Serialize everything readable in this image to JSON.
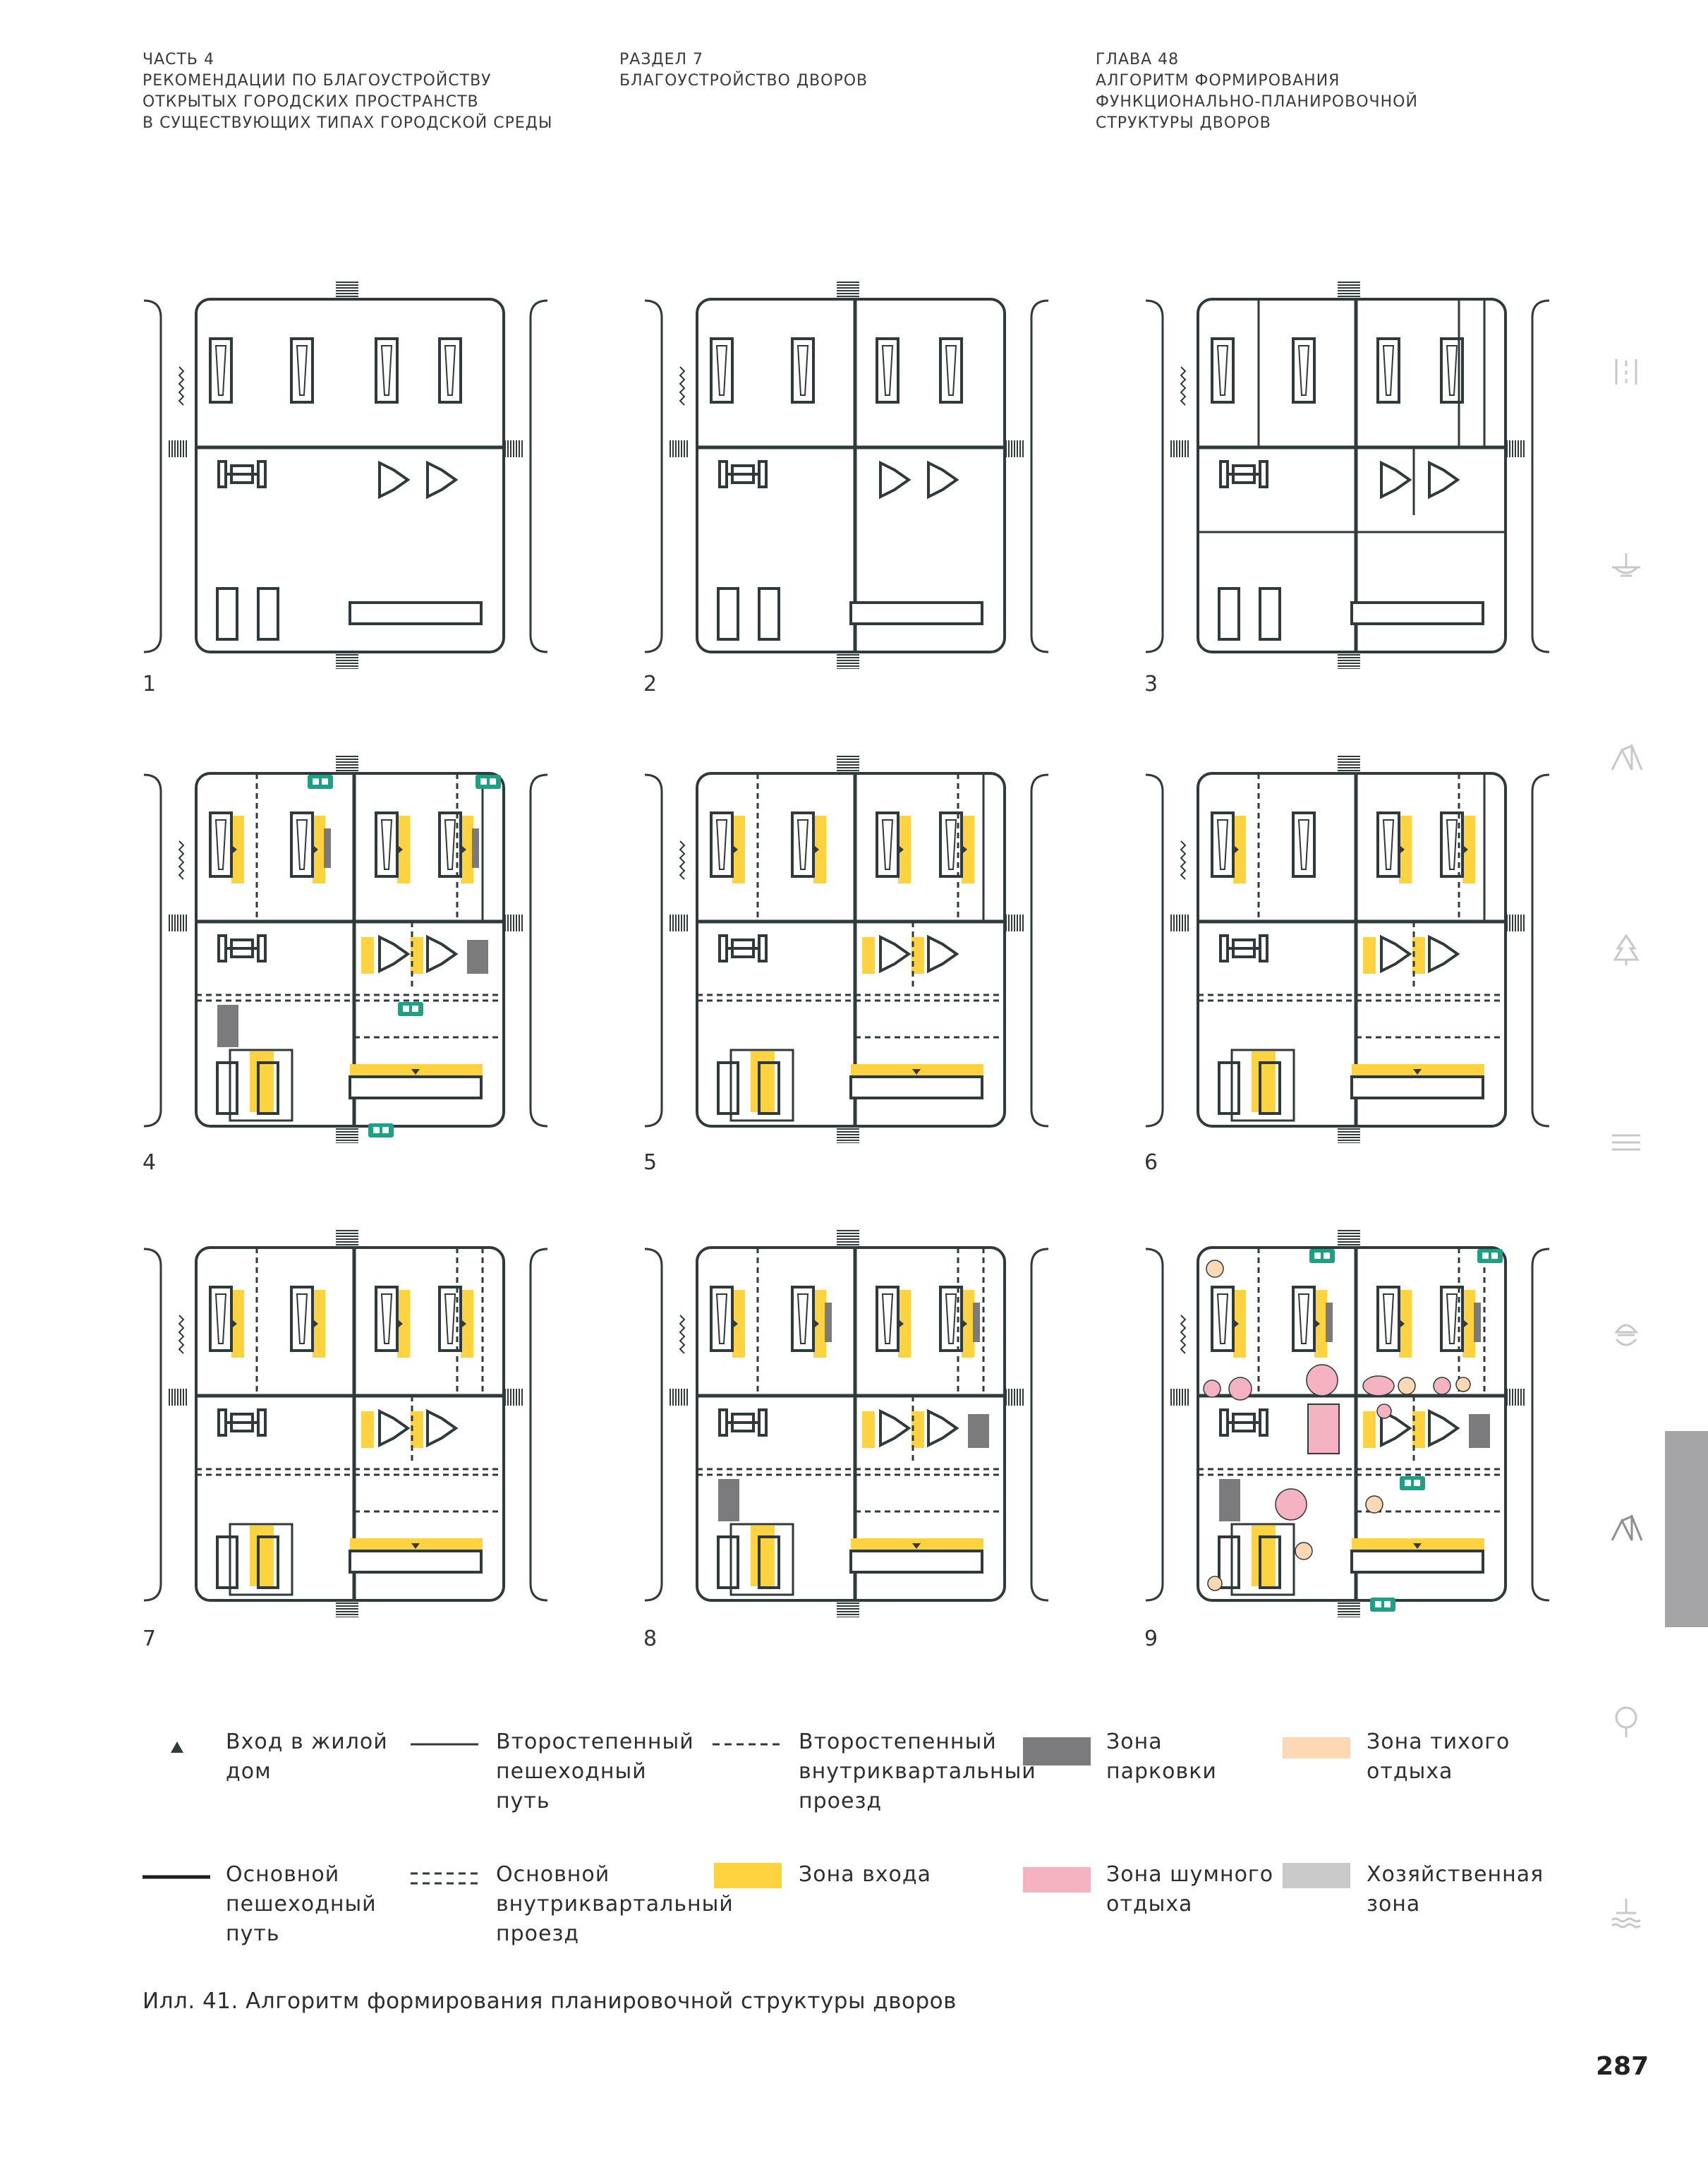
{
  "header": {
    "col1": [
      "ЧАСТЬ 4",
      "РЕКОМЕНДАЦИИ ПО БЛАГОУСТРОЙСТВУ",
      "ОТКРЫТЫХ ГОРОДСКИХ ПРОСТРАНСТВ",
      "В СУЩЕСТВУЮЩИХ ТИПАХ ГОРОДСКОЙ СРЕДЫ"
    ],
    "col2": [
      "РАЗДЕЛ 7",
      "БЛАГОУСТРОЙСТВО ДВОРОВ"
    ],
    "col3": [
      "ГЛАВА 48",
      "АЛГОРИТМ ФОРМИРОВАНИЯ",
      "ФУНКЦИОНАЛЬНО-ПЛАНИРОВОЧНОЙ",
      "СТРУКТУРЫ ДВОРОВ"
    ]
  },
  "panels": [
    "1",
    "2",
    "3",
    "4",
    "5",
    "6",
    "7",
    "8",
    "9"
  ],
  "legend": {
    "entry": "Вход в жилой дом",
    "secondary_path": "Второстепенный пешеходный путь",
    "secondary_drive": "Второстепенный внутриквартальный проезд",
    "parking": "Зона парковки",
    "quiet": "Зона тихого отдыха",
    "main_path": "Основной пешеходный путь",
    "main_drive": "Основной внутриквартальный проезд",
    "entry_zone": "Зона входа",
    "noisy": "Зона шумного отдыха",
    "utility": "Хозяйственная зона"
  },
  "caption": "Илл. 41. Алгоритм формирования планировочной структуры дворов",
  "page_number": "287",
  "colors": {
    "line": "#2f3a3c",
    "entry_zone": "#fed33f",
    "parking": "#7b7b7d",
    "quiet": "#fcd8b4",
    "noisy": "#f5b3c2",
    "utility": "#cacaca",
    "trash": "#1fa085",
    "tab": "#a5a5a7"
  },
  "side_icons": [
    "bench-icon",
    "fountain-icon",
    "playground-icon",
    "tree-icon",
    "fence-icon",
    "carousel-icon",
    "active-playground-icon",
    "lamp-icon",
    "water-icon"
  ]
}
